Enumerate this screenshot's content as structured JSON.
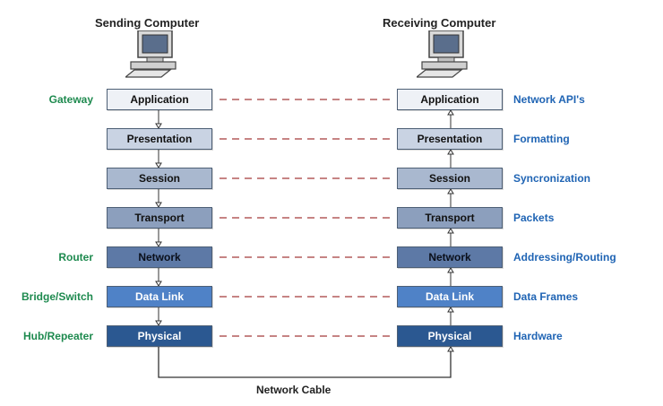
{
  "headings": {
    "sending": "Sending Computer",
    "receiving": "Receiving Computer"
  },
  "layers": [
    {
      "label": "Application",
      "fill": "#eef1f6",
      "text_color": "#111111"
    },
    {
      "label": "Presentation",
      "fill": "#c9d3e3",
      "text_color": "#111111"
    },
    {
      "label": "Session",
      "fill": "#a9b8cf",
      "text_color": "#111111"
    },
    {
      "label": "Transport",
      "fill": "#8c9fbd",
      "text_color": "#111111"
    },
    {
      "label": "Network",
      "fill": "#5d79a6",
      "text_color": "#0a0f1a"
    },
    {
      "label": "Data Link",
      "fill": "#4f82c7",
      "text_color": "#ffffff"
    },
    {
      "label": "Physical",
      "fill": "#2b5891",
      "text_color": "#ffffff"
    }
  ],
  "left_labels": [
    "Gateway",
    "",
    "",
    "",
    "Router",
    "Bridge/Switch",
    "Hub/Repeater"
  ],
  "right_labels": [
    "Network API's",
    "Formatting",
    "Syncronization",
    "Packets",
    "Addressing/Routing",
    "Data Frames",
    "Hardware"
  ],
  "cable_label": "Network Cable",
  "colors": {
    "left_label": "#1e8a4f",
    "right_label": "#1f64b4",
    "dashed_line": "#a33a3a",
    "wire": "#333333"
  },
  "icons": {
    "computer": "desktop-computer-icon"
  }
}
